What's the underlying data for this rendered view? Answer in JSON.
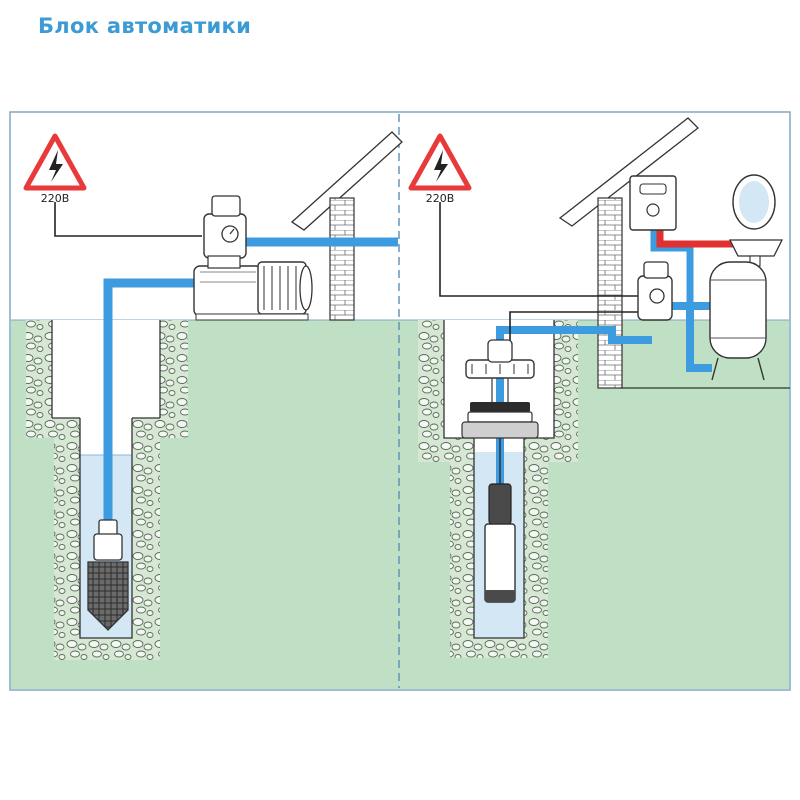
{
  "title": "Блок автоматики",
  "left_scheme": {
    "voltage_label": "220В"
  },
  "right_scheme": {
    "voltage_label": "220В"
  },
  "colors": {
    "title": "#3d9bd4",
    "ground": "#bfe0c4",
    "frame": "#7fa9c4",
    "water_pipe": "#3d9be0",
    "hot_water_pipe": "#e03030",
    "well_water": "#d3e7f5",
    "gravel": "#d6e8d4",
    "brick": "#ffffff",
    "warning_sign": "#e83a3a"
  }
}
